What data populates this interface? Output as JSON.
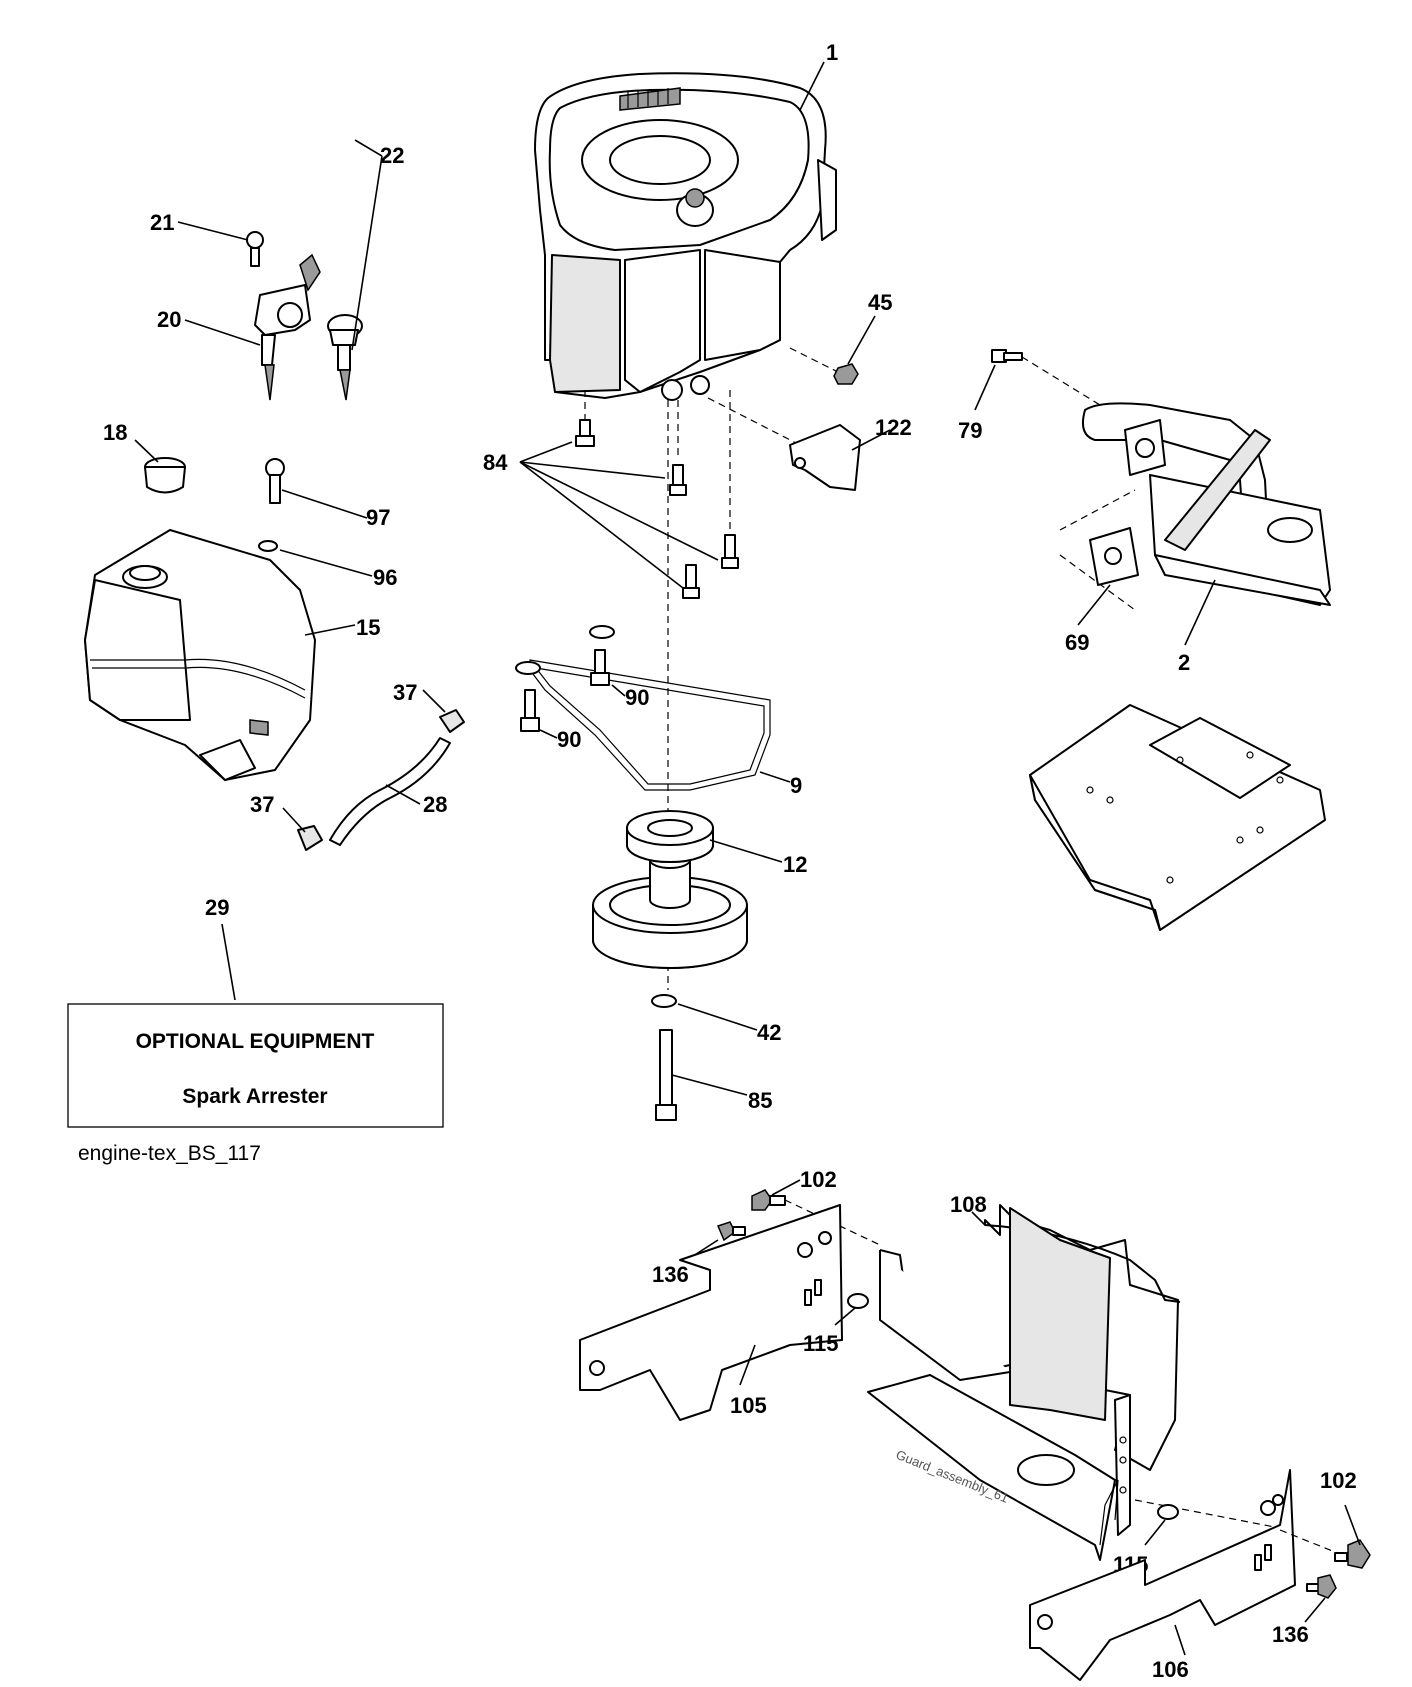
{
  "diagram_id": "engine-tex_BS_117",
  "optional_box": {
    "title": "OPTIONAL EQUIPMENT",
    "item": "Spark Arrester"
  },
  "guard_label": "Guard_assembly_61",
  "callouts": {
    "c1": "1",
    "c2": "2",
    "c9": "9",
    "c12": "12",
    "c15": "15",
    "c18": "18",
    "c20": "20",
    "c21": "21",
    "c22": "22",
    "c28": "28",
    "c29": "29",
    "c37a": "37",
    "c37b": "37",
    "c42": "42",
    "c45": "45",
    "c69": "69",
    "c79": "79",
    "c84": "84",
    "c85": "85",
    "c90a": "90",
    "c90b": "90",
    "c96": "96",
    "c97": "97",
    "c102a": "102",
    "c102b": "102",
    "c105": "105",
    "c106": "106",
    "c108": "108",
    "c115a": "115",
    "c115b": "115",
    "c122": "122",
    "c136a": "136",
    "c136b": "136"
  }
}
